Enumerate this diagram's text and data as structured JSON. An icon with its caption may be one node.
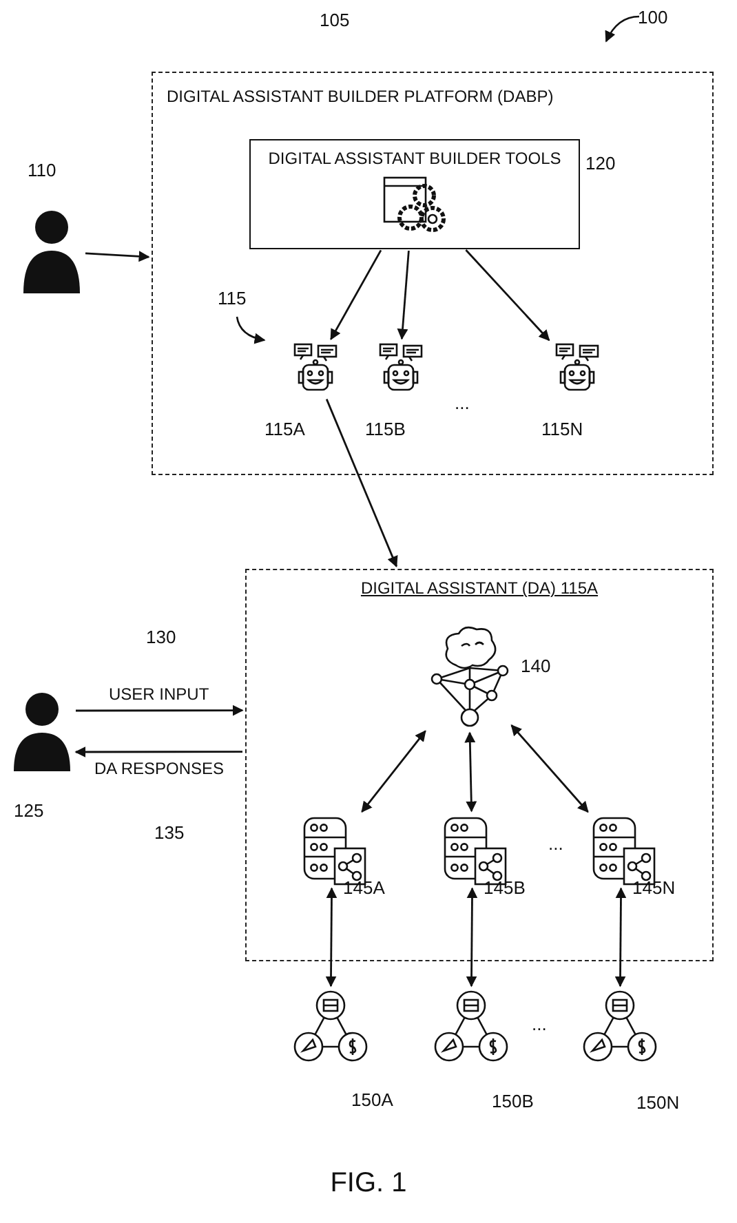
{
  "diagram": {
    "caption": "FIG. 1",
    "nodes": [
      {
        "text": [
          "DIGITAL ASSISTANT BUILDER PLATFORM (DABP)"
        ],
        "beside": [
          "105"
        ]
      },
      {
        "text": [
          "DIGITAL ASSISTANT BUILDER TOOLS"
        ],
        "in": 0,
        "beside": [
          "120"
        ]
      },
      {
        "text": [],
        "shape": "robot",
        "in": 0,
        "beside": [
          "115A"
        ]
      },
      {
        "text": [],
        "shape": "robot",
        "in": 0,
        "beside": [
          "115B"
        ]
      },
      {
        "text": [],
        "shape": "robot",
        "in": 0,
        "beside": [
          "115N"
        ]
      },
      {
        "text": [],
        "shape": "person",
        "beside": [
          "110"
        ]
      },
      {
        "text": [
          "DIGITAL ASSISTANT (DA) 115A"
        ]
      },
      {
        "text": [],
        "shape": "network",
        "in": 6,
        "beside": [
          "140"
        ]
      },
      {
        "text": [],
        "shape": "server",
        "in": 6,
        "beside": [
          "145A"
        ]
      },
      {
        "text": [],
        "shape": "server",
        "in": 6,
        "beside": [
          "145B"
        ]
      },
      {
        "text": [],
        "shape": "server",
        "in": 6,
        "beside": [
          "145N"
        ]
      },
      {
        "text": [],
        "shape": "person",
        "beside": [
          "125"
        ]
      },
      {
        "text": [],
        "shape": "hub",
        "beside": [
          "150A"
        ]
      },
      {
        "text": [],
        "shape": "hub",
        "beside": [
          "150B"
        ]
      },
      {
        "text": [],
        "shape": "hub",
        "beside": [
          "150N"
        ]
      }
    ],
    "edges": [
      {
        "from": 5,
        "to": 0,
        "arrow": "to"
      },
      {
        "from": 1,
        "to": 2,
        "arrow": "to"
      },
      {
        "from": 1,
        "to": 3,
        "arrow": "to"
      },
      {
        "from": 1,
        "to": 4,
        "arrow": "to"
      },
      {
        "from": 2,
        "to": 6,
        "arrow": "to"
      },
      {
        "from": 11,
        "to": 6,
        "arrow": "to",
        "label": "USER INPUT"
      },
      {
        "from": 6,
        "to": 11,
        "arrow": "to",
        "label": "DA RESPONSES"
      },
      {
        "from": 7,
        "to": 8,
        "arrow": "both"
      },
      {
        "from": 7,
        "to": 9,
        "arrow": "both"
      },
      {
        "from": 7,
        "to": 10,
        "arrow": "both"
      },
      {
        "from": 8,
        "to": 12,
        "arrow": "both"
      },
      {
        "from": 9,
        "to": 13,
        "arrow": "both"
      },
      {
        "from": 10,
        "to": 14,
        "arrow": "both"
      }
    ],
    "labels": [
      "100",
      "115",
      "...",
      "130",
      "135",
      "...",
      "..."
    ]
  }
}
